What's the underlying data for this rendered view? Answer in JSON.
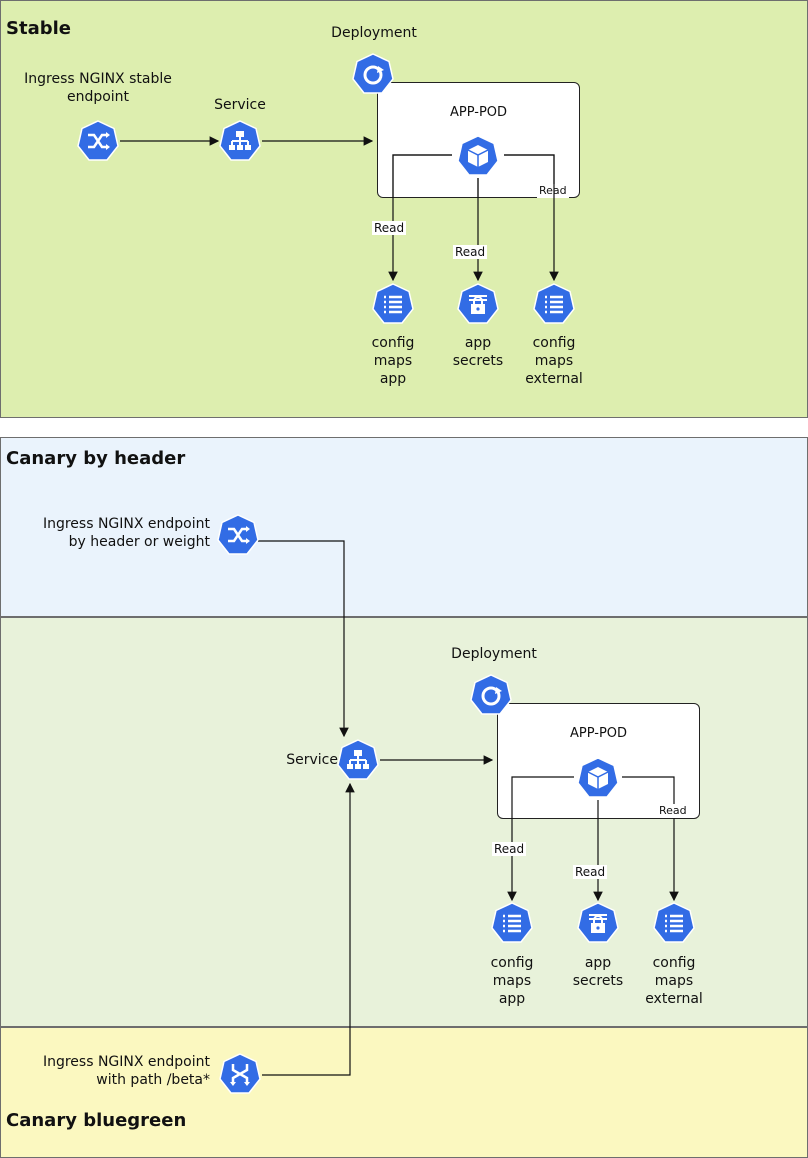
{
  "colors": {
    "stable_bg": "#ddeeaf",
    "canary_header_bg": "#eaf3fc",
    "canary_mid_bg": "#e8f2da",
    "bluegreen_bg": "#fbf8c0",
    "k8s_blue": "#326ce5"
  },
  "stable": {
    "title": "Stable",
    "ingress_label_1": "Ingress NGINX stable",
    "ingress_label_2": "endpoint",
    "service_label": "Service",
    "deployment_label": "Deployment",
    "pod_label": "APP-POD",
    "read_1": "Read",
    "read_2": "Read",
    "read_3": "Read",
    "cm_app": [
      "config",
      "maps",
      "app"
    ],
    "secrets": [
      "app",
      "secrets"
    ],
    "cm_ext": [
      "config",
      "maps",
      "external"
    ]
  },
  "canary_header": {
    "title": "Canary by header",
    "ingress_label_1": "Ingress NGINX endpoint",
    "ingress_label_2": "by header or weight",
    "service_label": "Service",
    "deployment_label": "Deployment",
    "pod_label": "APP-POD",
    "read_1": "Read",
    "read_2": "Read",
    "read_3": "Read",
    "cm_app": [
      "config",
      "maps",
      "app"
    ],
    "secrets": [
      "app",
      "secrets"
    ],
    "cm_ext": [
      "config",
      "maps",
      "external"
    ]
  },
  "canary_bluegreen": {
    "title": "Canary bluegreen",
    "ingress_label_1": "Ingress NGINX endpoint",
    "ingress_label_2": "with path /beta*"
  },
  "icons": {
    "ingress": "ingress-icon",
    "service": "service-icon",
    "deployment": "deployment-icon",
    "pod": "pod-icon",
    "configmap": "configmap-icon",
    "secret": "secret-icon"
  }
}
